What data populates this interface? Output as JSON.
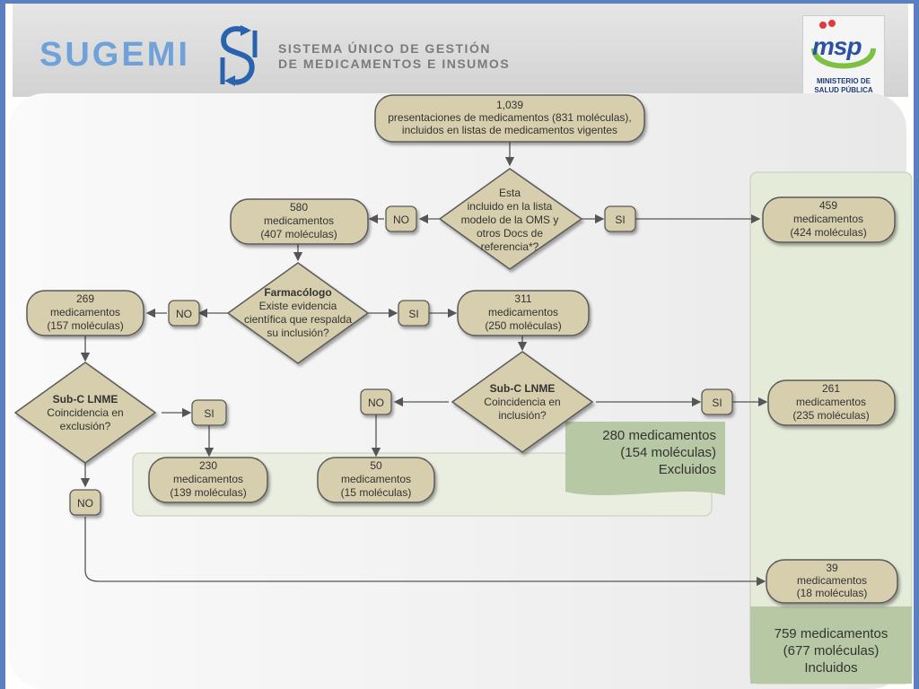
{
  "header": {
    "logo_text": "SUGEMI",
    "title_line1": "SISTEMA ÚNICO DE GESTIÓN",
    "title_line2": "DE MEDICAMENTOS E INSUMOS",
    "msp_logo": "msp",
    "msp_line1": "MINISTERIO DE",
    "msp_line2": "SALUD PÚBLICA"
  },
  "colors": {
    "node_fill": "#d6ceac",
    "node_stroke": "#5a5a5a",
    "excluded_panel": "#e9eee1",
    "included_panel": "#e4ebd9",
    "label_panel": "#b7c8a4",
    "header_blue": "#6ea2d8"
  },
  "nodes": {
    "start": [
      "1,039",
      "presentaciones de medicamentos (831 moléculas),",
      "incluidos en listas de medicamentos vigentes"
    ],
    "d1": [
      "Esta",
      "incluido en la lista",
      "modelo de la OMS y",
      "otros Docs de",
      "referencia*?"
    ],
    "n580": [
      "580",
      "medicamentos",
      "(407 moléculas)"
    ],
    "n459": [
      "459",
      "medicamentos",
      "(424 moléculas)"
    ],
    "d2": [
      "Farmacólogo",
      "Existe evidencia",
      "científica que respalda",
      "su inclusión?"
    ],
    "n269": [
      "269",
      "medicamentos",
      "(157 moléculas)"
    ],
    "n311": [
      "311",
      "medicamentos",
      "(250 moléculas)"
    ],
    "d3": [
      "Sub-C LNME",
      "Coincidencia en",
      "exclusión?"
    ],
    "d4": [
      "Sub-C LNME",
      "Coincidencia en",
      "inclusión?"
    ],
    "n261": [
      "261",
      "medicamentos",
      "(235 moléculas)"
    ],
    "n230": [
      "230",
      "medicamentos",
      "(139 moléculas)"
    ],
    "n50": [
      "50",
      "medicamentos",
      "(15 moléculas)"
    ],
    "n39": [
      "39",
      "medicamentos",
      "(18 moléculas)"
    ]
  },
  "labels": {
    "no": "NO",
    "si": "SI"
  },
  "summaries": {
    "excluded": [
      "280 medicamentos",
      "(154 moléculas)",
      "Excluidos"
    ],
    "included": [
      "759 medicamentos",
      "(677 moléculas)",
      "Incluidos"
    ]
  }
}
